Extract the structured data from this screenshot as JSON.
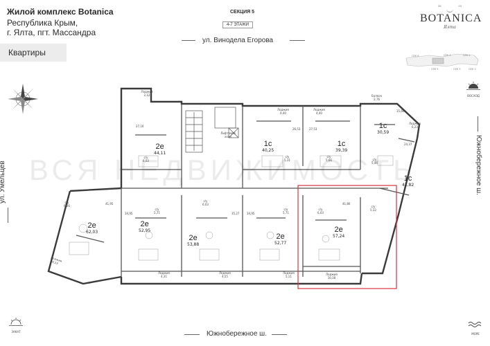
{
  "header": {
    "complex": "Жилой комплекс Botanica",
    "address_line1": "Республика Крым,",
    "address_line2": "г. Ялта, пгт. Массандра"
  },
  "section": {
    "label": "СЕКЦИЯ 5",
    "floors": "4-7 ЭТАЖИ"
  },
  "logo": {
    "brand": "BOTANICA",
    "script": "Ялта",
    "small_left": "28",
    "small_right": "24"
  },
  "nav": {
    "tab": "Квартиры"
  },
  "keymap": [
    "СЕК 6",
    "СЕК 4",
    "СЕК 2",
    "СЕК 5",
    "СЕК 3",
    "СЕК 1"
  ],
  "streets": {
    "top": "ул. Винодела Егорова",
    "bottom": "Южнобережное ш.",
    "left": "ул. Умельцев",
    "right": "Южнобережное ш."
  },
  "compass": {
    "sunrise": "ВОСХОД",
    "sunset": "ЗАКАТ",
    "sea": "МОРЕ"
  },
  "watermark": "ВСЯ НЕДВИЖИМОСТЬ",
  "lift": {
    "label": "Лифтовой холл"
  },
  "apartments": [
    {
      "type": "2е",
      "area": "44,11",
      "kitchen": "27,16",
      "bath_label": "с/у",
      "bath": "6,03",
      "loggia_label": "Лоджия",
      "loggia": "2,12"
    },
    {
      "type": "1с",
      "area": "40,25",
      "kitchen": "26,53",
      "bath_label": "с/у",
      "bath": "5,31",
      "loggia_label": "Лоджия",
      "loggia": "4,40"
    },
    {
      "type": "1с",
      "area": "39,39",
      "kitchen": "27,53",
      "bath_label": "с/у",
      "bath": "5,66",
      "loggia_label": "Лоджия",
      "loggia": "4,40"
    },
    {
      "type": "1с",
      "area": "30,59",
      "kitchen": "15,66",
      "bath_label": "с/у",
      "bath": "5,46",
      "loggia_label": "Балкон",
      "loggia": "2,76"
    },
    {
      "type": "1с",
      "area": "41,82",
      "kitchen": "24,37",
      "bath_label": "с/у",
      "bath": "5,33",
      "loggia_label": "Лоджия",
      "loggia": "6,23"
    },
    {
      "type": "2е",
      "area": "62,03",
      "kitchen": "41,95",
      "bath_label": "с/у",
      "bath": "6,26",
      "loggia_label": "Лоджия",
      "loggia": "6,23"
    },
    {
      "type": "2е",
      "area": "52,95",
      "kitchen": "34,95",
      "bath_label": "с/у",
      "bath": "5,71",
      "loggia_label": "Лоджия",
      "loggia": "4,31"
    },
    {
      "type": "2е",
      "area": "53,88",
      "kitchen": "35,27",
      "bath_label": "с/у",
      "bath": "6,03",
      "loggia_label": "Лоджия",
      "loggia": "4,55"
    },
    {
      "type": "2е",
      "area": "52,77",
      "kitchen": "34,95",
      "bath_label": "с/у",
      "bath": "5,71",
      "loggia_label": "Лоджия",
      "loggia": "5,11"
    },
    {
      "type": "2е",
      "area": "57,24",
      "kitchen": "41,80",
      "bath_label": "с/у",
      "bath": "6,03",
      "loggia_label": "Лоджия",
      "loggia": "10,38"
    }
  ],
  "colors": {
    "highlight": "#d8323b",
    "wall": "#3a3a3a",
    "tab_bg": "#ececec"
  }
}
